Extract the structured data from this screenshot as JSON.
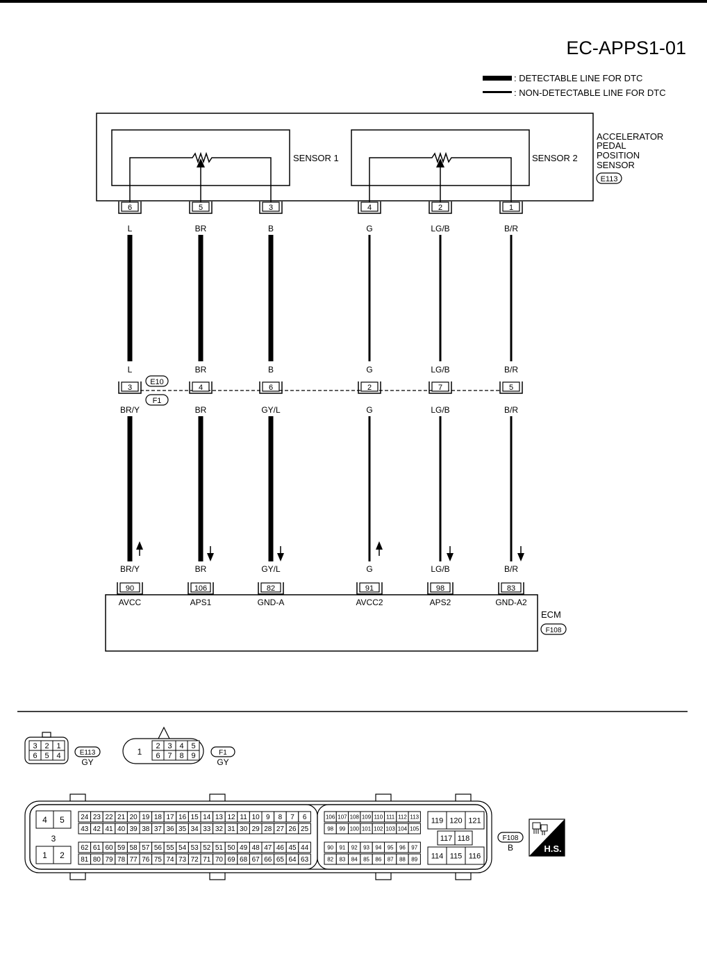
{
  "title": "EC-APPS1-01",
  "legend": {
    "detectable": ": DETECTABLE LINE FOR DTC",
    "non_detectable": ": NON-DETECTABLE LINE FOR DTC"
  },
  "component": {
    "label_lines": [
      "ACCELERATOR",
      "PEDAL",
      "POSITION",
      "SENSOR"
    ],
    "connector": "E113",
    "sensor1": "SENSOR 1",
    "sensor2": "SENSOR 2"
  },
  "joint": {
    "top": "E10",
    "bottom": "F1"
  },
  "ecm": {
    "label": "ECM",
    "connector": "F108"
  },
  "circuits": [
    {
      "sensor_pin": "6",
      "upper_wire": "L",
      "joint_pin": "3",
      "lower_wire": "BR/Y",
      "ecm_pin": "90",
      "ecm_terminal": "AVCC",
      "arrow": "up",
      "detectable": true
    },
    {
      "sensor_pin": "5",
      "upper_wire": "BR",
      "joint_pin": "4",
      "lower_wire": "BR",
      "ecm_pin": "106",
      "ecm_terminal": "APS1",
      "arrow": "down",
      "detectable": true
    },
    {
      "sensor_pin": "3",
      "upper_wire": "B",
      "joint_pin": "6",
      "lower_wire": "GY/L",
      "ecm_pin": "82",
      "ecm_terminal": "GND-A",
      "arrow": "down",
      "detectable": true
    },
    {
      "sensor_pin": "4",
      "upper_wire": "G",
      "joint_pin": "2",
      "lower_wire": "G",
      "ecm_pin": "91",
      "ecm_terminal": "AVCC2",
      "arrow": "up",
      "detectable": false
    },
    {
      "sensor_pin": "2",
      "upper_wire": "LG/B",
      "joint_pin": "7",
      "lower_wire": "LG/B",
      "ecm_pin": "98",
      "ecm_terminal": "APS2",
      "arrow": "down",
      "detectable": false
    },
    {
      "sensor_pin": "1",
      "upper_wire": "B/R",
      "joint_pin": "5",
      "lower_wire": "B/R",
      "ecm_pin": "83",
      "ecm_terminal": "GND-A2",
      "arrow": "down",
      "detectable": false
    }
  ],
  "connector_views": {
    "e113": {
      "id": "E113",
      "color": "GY",
      "top_row": [
        "3",
        "2",
        "1"
      ],
      "bottom_row": [
        "6",
        "5",
        "4"
      ]
    },
    "f1": {
      "id": "F1",
      "color": "GY",
      "big": "1",
      "top_row": [
        "2",
        "3",
        "4",
        "5"
      ],
      "bottom_row": [
        "6",
        "7",
        "8",
        "9"
      ]
    },
    "f108": {
      "id": "F108",
      "color": "B",
      "left_block": [
        "4",
        "5",
        "3",
        "1",
        "2"
      ],
      "row1": [
        "24",
        "23",
        "22",
        "21",
        "20",
        "19",
        "18",
        "17",
        "16",
        "15",
        "14",
        "13",
        "12",
        "11",
        "10",
        "9",
        "8",
        "7",
        "6"
      ],
      "row2": [
        "43",
        "42",
        "41",
        "40",
        "39",
        "38",
        "37",
        "36",
        "35",
        "34",
        "33",
        "32",
        "31",
        "30",
        "29",
        "28",
        "27",
        "26",
        "25"
      ],
      "row3": [
        "62",
        "61",
        "60",
        "59",
        "58",
        "57",
        "56",
        "55",
        "54",
        "53",
        "52",
        "51",
        "50",
        "49",
        "48",
        "47",
        "46",
        "45",
        "44"
      ],
      "row4": [
        "81",
        "80",
        "79",
        "78",
        "77",
        "76",
        "75",
        "74",
        "73",
        "72",
        "71",
        "70",
        "69",
        "68",
        "67",
        "66",
        "65",
        "64",
        "63"
      ],
      "mid1": [
        "106",
        "107",
        "108",
        "109",
        "110",
        "111",
        "112",
        "113"
      ],
      "mid2": [
        "98",
        "99",
        "100",
        "101",
        "102",
        "103",
        "104",
        "105"
      ],
      "mid3": [
        "90",
        "91",
        "92",
        "93",
        "94",
        "95",
        "96",
        "97"
      ],
      "mid4": [
        "82",
        "83",
        "84",
        "85",
        "86",
        "87",
        "88",
        "89"
      ],
      "right_top": [
        "119",
        "120",
        "121"
      ],
      "right_mid": [
        "117",
        "118"
      ],
      "right_bottom": [
        "114",
        "115",
        "116"
      ]
    }
  },
  "hs_badge": "H.S."
}
